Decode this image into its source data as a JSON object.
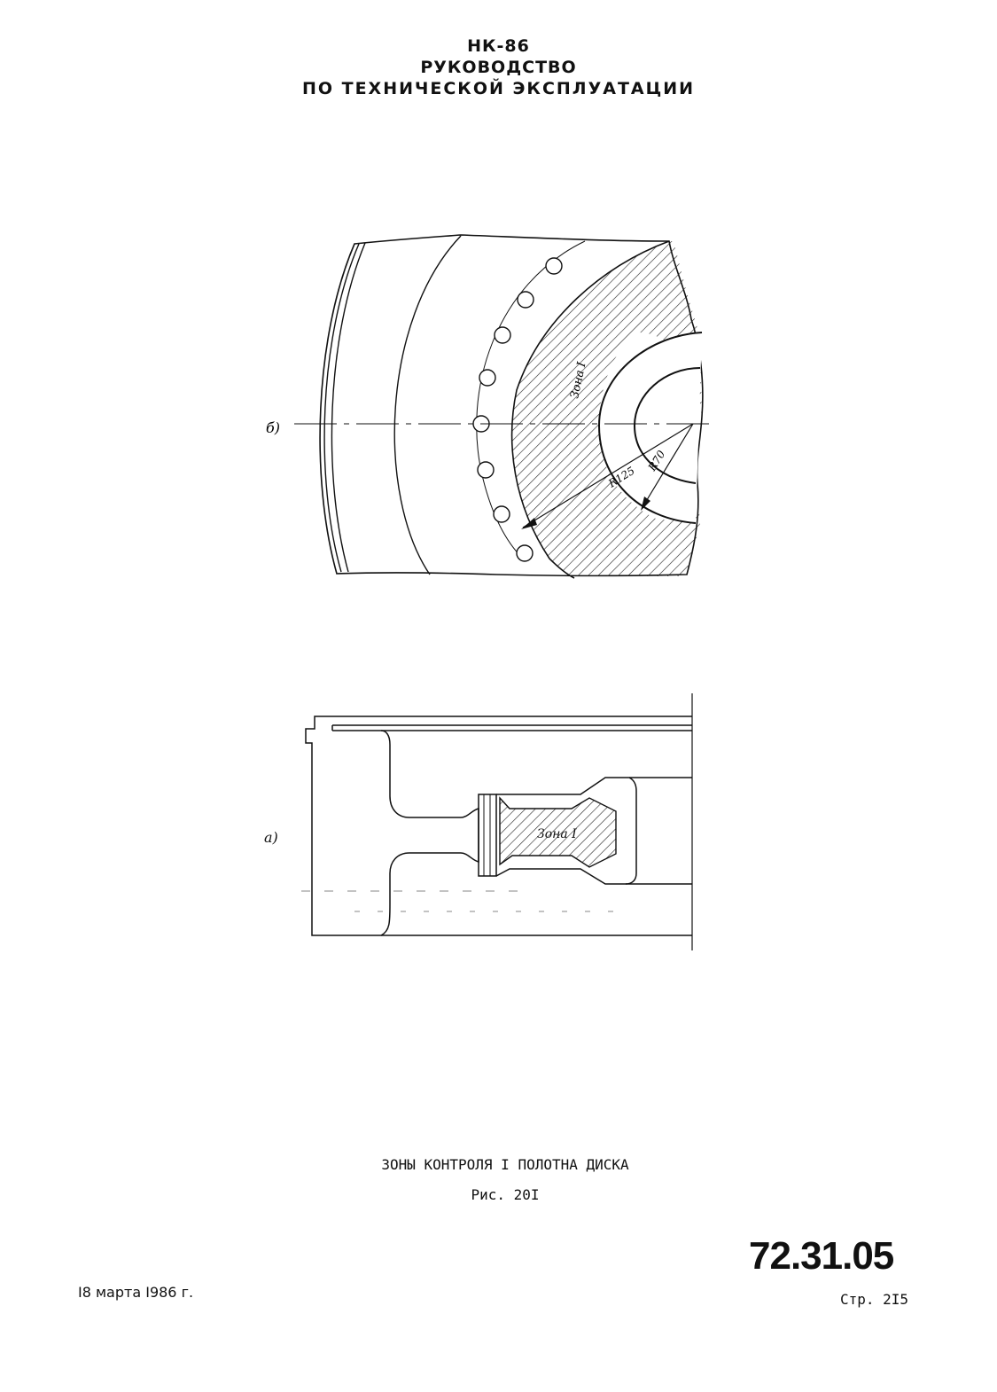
{
  "header": {
    "line1": "НК-86",
    "line2": "РУКОВОДСТВО",
    "line3": "ПО ТЕХНИЧЕСКОЙ ЭКСПЛУАТАЦИИ"
  },
  "figure_b": {
    "label": "б)",
    "zone_label": "Зона I",
    "radius_outer": "R125",
    "radius_inner": "R70"
  },
  "figure_a": {
    "label": "а)",
    "zone_label": "Зона I"
  },
  "caption": {
    "title": "ЗОНЫ КОНТРОЛЯ I ПОЛОТНА ДИСКА",
    "figure_number": "Рис. 20I"
  },
  "footer": {
    "document_number": "72.31.05",
    "page": "Стр. 2I5",
    "date": "I8 марта I986 г."
  }
}
